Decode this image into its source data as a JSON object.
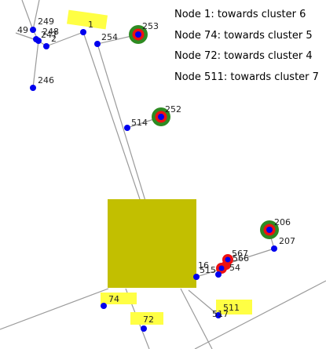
{
  "colors": {
    "background": "#ffffff",
    "edge": "#9a9a9a",
    "node": "#0000ee",
    "highlight": "#ffff44",
    "cluster_block": "#c2bf00",
    "ring_outer": "#2e8b22",
    "ring_inner": "#ee1111"
  },
  "legend": [
    "Node 1: towards cluster 6",
    "Node 74: towards cluster 5",
    "Node 72: towards cluster 4",
    "Node 511: towards cluster 7"
  ],
  "nodes": [
    {
      "id": "49",
      "label": "49",
      "style": "plain"
    },
    {
      "id": "249",
      "label": "249",
      "style": "plain"
    },
    {
      "id": "248",
      "label": "248",
      "style": "plain"
    },
    {
      "id": "247",
      "label": "247",
      "style": "plain"
    },
    {
      "id": "2",
      "label": "2",
      "style": "plain"
    },
    {
      "id": "246",
      "label": "246",
      "style": "plain"
    },
    {
      "id": "1",
      "label": "1",
      "style": "highlighted"
    },
    {
      "id": "254",
      "label": "254",
      "style": "plain"
    },
    {
      "id": "253",
      "label": "253",
      "style": "ringed"
    },
    {
      "id": "514",
      "label": "514",
      "style": "plain"
    },
    {
      "id": "252",
      "label": "252",
      "style": "ringed"
    },
    {
      "id": "206",
      "label": "206",
      "style": "ringed"
    },
    {
      "id": "207",
      "label": "207",
      "style": "plain"
    },
    {
      "id": "567",
      "label": "567",
      "style": "red"
    },
    {
      "id": "566",
      "label": "566",
      "style": "red"
    },
    {
      "id": "16",
      "label": "16",
      "style": "plain"
    },
    {
      "id": "515",
      "label": "515",
      "style": "plain"
    },
    {
      "id": "54",
      "label": "54",
      "style": "red"
    },
    {
      "id": "74",
      "label": "74",
      "style": "highlighted"
    },
    {
      "id": "72",
      "label": "72",
      "style": "highlighted"
    },
    {
      "id": "511",
      "label": "511",
      "style": "highlighted"
    },
    {
      "id": "517",
      "label": "517",
      "style": "plain"
    }
  ]
}
